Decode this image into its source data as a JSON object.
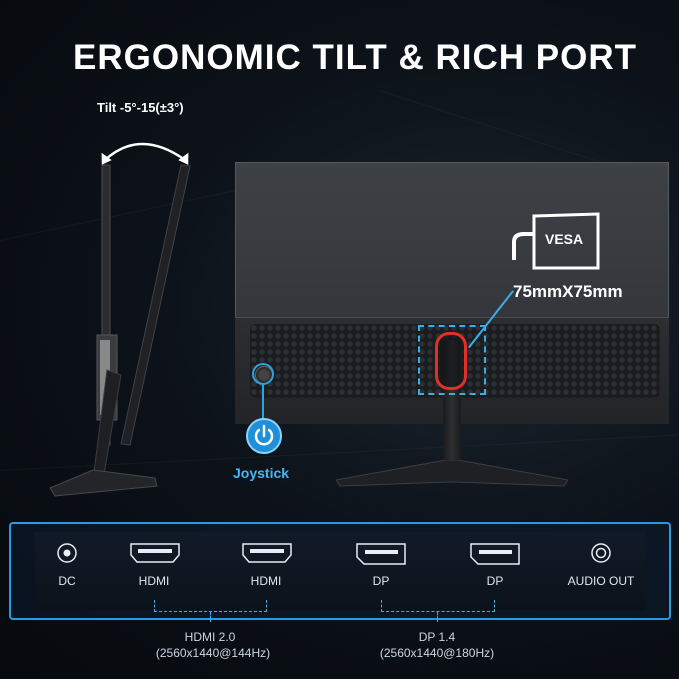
{
  "title": "ERGONOMIC TILT & RICH PORT",
  "tilt": {
    "label": "Tilt -5°-15(±3°)"
  },
  "vesa": {
    "icon_text": "VESA",
    "size": "75mmX75mm"
  },
  "joystick": {
    "label": "Joystick"
  },
  "ports": [
    {
      "label": "DC",
      "icon": "dc-jack-icon"
    },
    {
      "label": "HDMI",
      "icon": "hdmi-port-icon"
    },
    {
      "label": "HDMI",
      "icon": "hdmi-port-icon"
    },
    {
      "label": "DP",
      "icon": "displayport-icon"
    },
    {
      "label": "DP",
      "icon": "displayport-icon"
    },
    {
      "label": "AUDIO OUT",
      "icon": "audio-jack-icon"
    }
  ],
  "specs": {
    "hdmi": {
      "version": "HDMI 2.0",
      "mode": "(2560x1440@144Hz)"
    },
    "dp": {
      "version": "DP 1.4",
      "mode": "(2560x1440@180Hz)"
    }
  },
  "colors": {
    "accent": "#2aa3e0",
    "highlight_red": "#e0302a",
    "background": "#0d131a"
  }
}
